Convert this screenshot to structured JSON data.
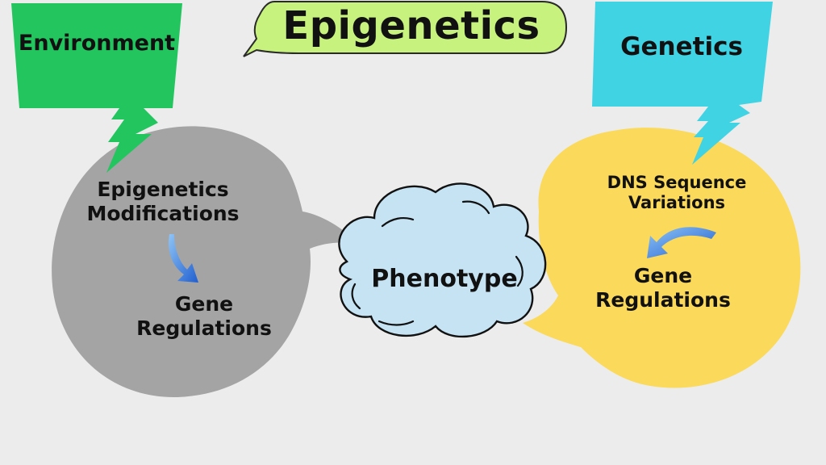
{
  "title": "Epigenetics",
  "environment": {
    "label": "Environment"
  },
  "genetics": {
    "label": "Genetics"
  },
  "left_bubble": {
    "modifications": "Epigenetics\nModifications",
    "result": "Gene\nRegulations"
  },
  "phenotype": {
    "label": "Phenotype"
  },
  "right_bubble": {
    "variations": "DNS Sequence\nVariations",
    "result": "Gene\nRegulations"
  },
  "colors": {
    "background": "#ececec",
    "title_bubble": "#c7f27e",
    "environment_box": "#22c55e",
    "genetics_box": "#3fd3e4",
    "left_bubble": "#a4a4a4",
    "phenotype_cloud": "#c5e3f3",
    "right_bubble": "#fbd95a",
    "arrow": "#2f6fd6"
  }
}
